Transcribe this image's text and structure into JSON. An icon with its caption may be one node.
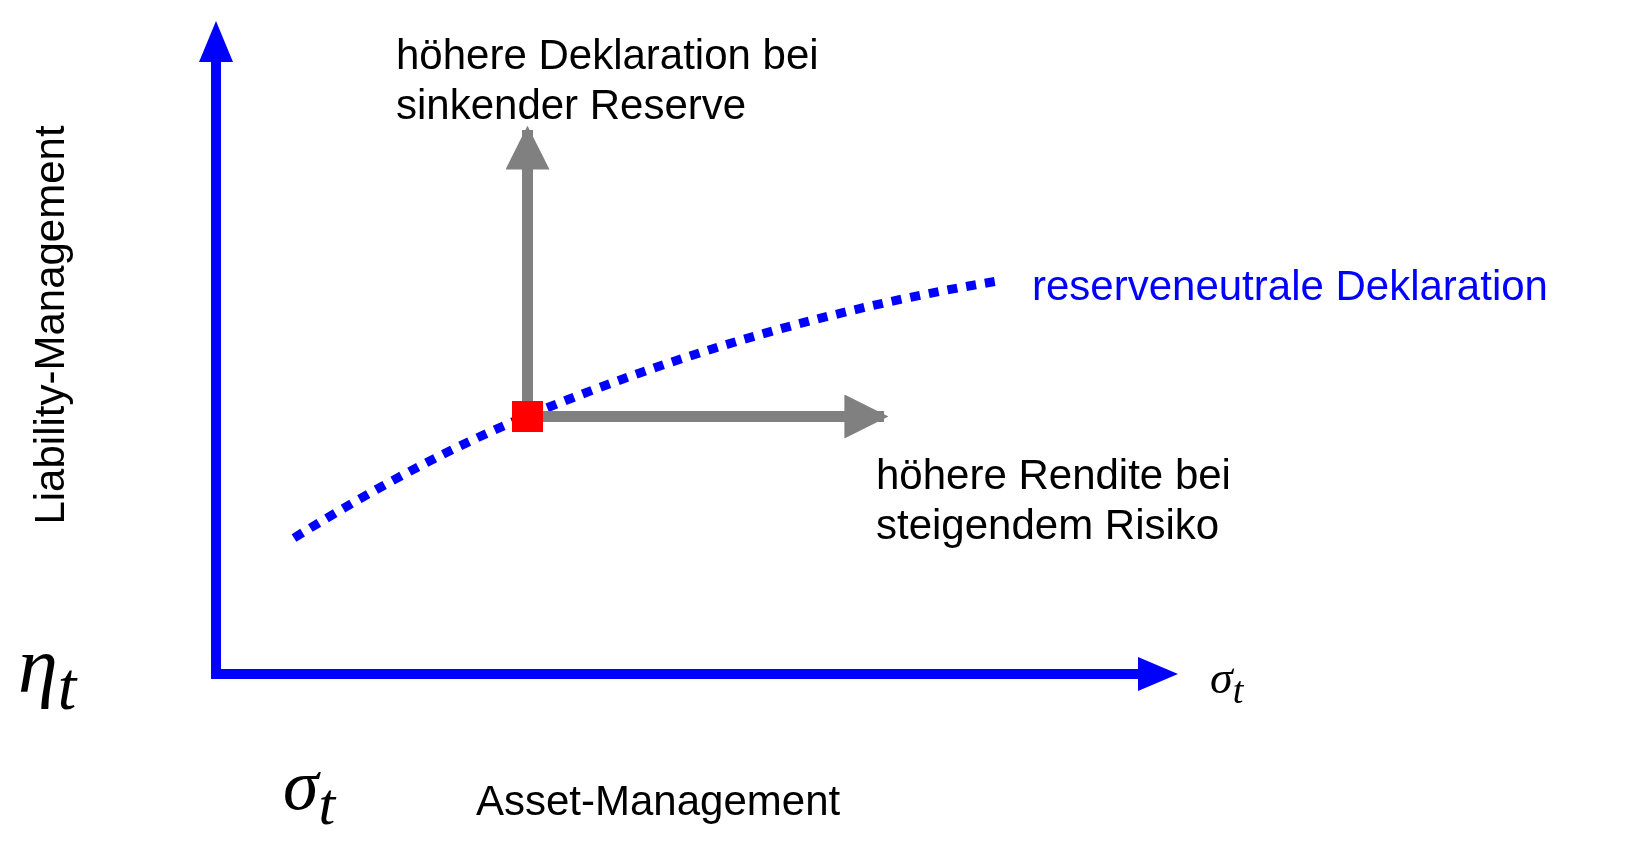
{
  "diagram": {
    "nodes": [
      {
        "text": [
          "höhere Deklaration bei sinkender Reserve"
        ]
      },
      {
        "text": [],
        "shape": "box"
      },
      {
        "text": [
          "höhere Rendite bei steigendem Risiko"
        ]
      }
    ],
    "edges": [
      {
        "from": 1,
        "to": 0,
        "arrow": "to"
      },
      {
        "from": 1,
        "to": 2,
        "arrow": "to"
      }
    ],
    "labels": [
      "Liability-Management",
      "reserveneutrale Deklaration",
      "η$_{t}$",
      "σ$_{t}$",
      "σ$_{t}$",
      "Asset-Management"
    ]
  }
}
